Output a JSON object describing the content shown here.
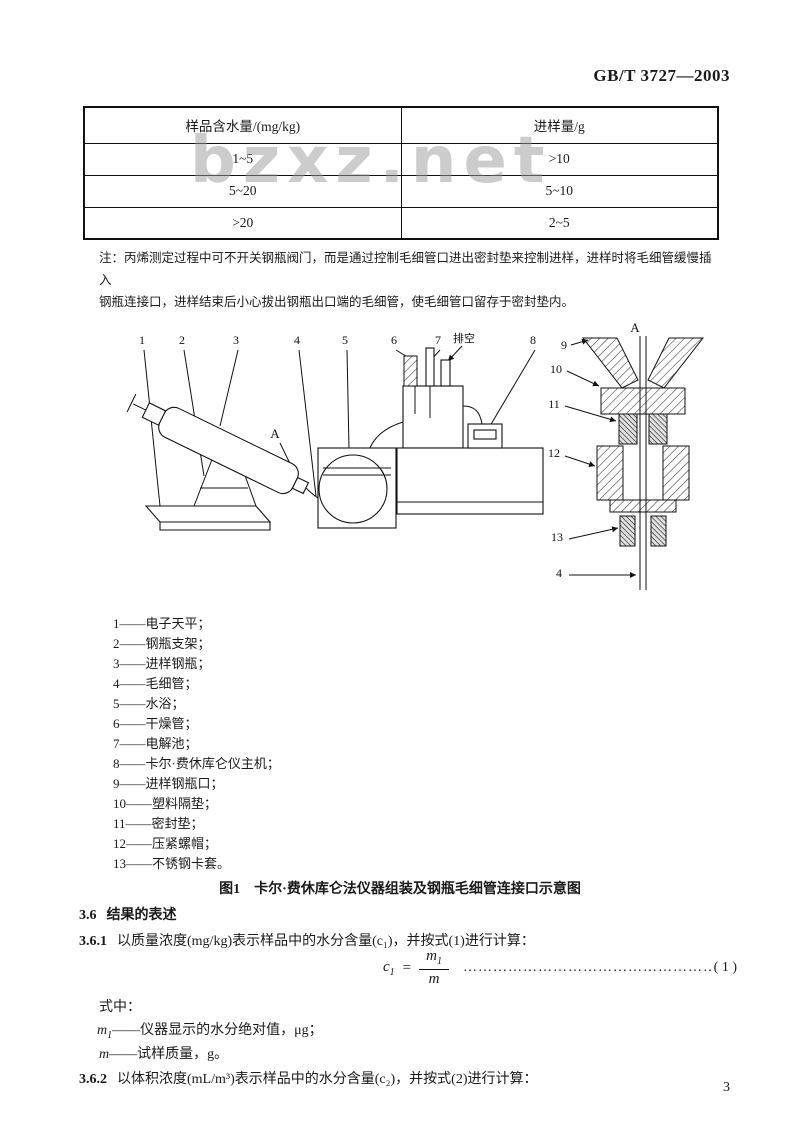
{
  "header": {
    "doc_number": "GB/T 3727—2003"
  },
  "watermark": {
    "text": "bzxz.net"
  },
  "table": {
    "headers": [
      "样品含水量/(mg/kg)",
      "进样量/g"
    ],
    "rows": [
      [
        "1~5",
        ">10"
      ],
      [
        "5~20",
        "5~10"
      ],
      [
        ">20",
        "2~5"
      ]
    ]
  },
  "note": {
    "line1": "注：丙烯测定过程中可不开关钢瓶阀门，而是通过控制毛细管口进出密封垫来控制进样，进样时将毛细管缓慢插入",
    "line2": "钢瓶连接口，进样结束后小心拔出钢瓶出口端的毛细管，使毛细管口留存于密封垫内。"
  },
  "figure": {
    "labels": {
      "n1": "1",
      "n2": "2",
      "n3": "3",
      "n4": "4",
      "n5": "5",
      "n6": "6",
      "n7": "7",
      "n8": "8",
      "n9": "9",
      "n10": "10",
      "n11": "11",
      "n12": "12",
      "n13": "13",
      "n4b": "4",
      "a_left": "A",
      "a_right": "A",
      "exhaust": "排空"
    },
    "legend": [
      "1——电子天平；",
      "2——钢瓶支架；",
      "3——进样钢瓶；",
      "4——毛细管；",
      "5——水浴；",
      "6——干燥管；",
      "7——电解池；",
      "8——卡尔·费休库仑仪主机；",
      "9——进样钢瓶口；",
      "10——塑料隔垫；",
      "11——密封垫；",
      "12——压紧螺帽；",
      "13——不锈钢卡套。"
    ],
    "caption": "图1　卡尔·费休库仑法仪器组装及钢瓶毛细管连接口示意图"
  },
  "sections": {
    "s36_no": "3.6",
    "s36_title": "结果的表述",
    "s361_no": "3.6.1",
    "s361_text": "以质量浓度(mg/kg)表示样品中的水分含量(c₁)，并按式(1)进行计算：",
    "where_label": "式中：",
    "m1_base": "m",
    "m1_sub": "1",
    "m1_def": "——仪器显示的水分绝对值，μg；",
    "m_var": "m",
    "m_def": "——试样质量，g。",
    "s362_no": "3.6.2",
    "s362_text": "以体积浓度(mL/m³)表示样品中的水分含量(c₂)，并按式(2)进行计算："
  },
  "formula1": {
    "lhs_base": "c",
    "lhs_sub": "1",
    "eq": "=",
    "num_base": "m",
    "num_sub": "1",
    "den": "m",
    "dots": "………………………………………………",
    "eqno": "( 1 )"
  },
  "footer": {
    "page_number": "3"
  }
}
